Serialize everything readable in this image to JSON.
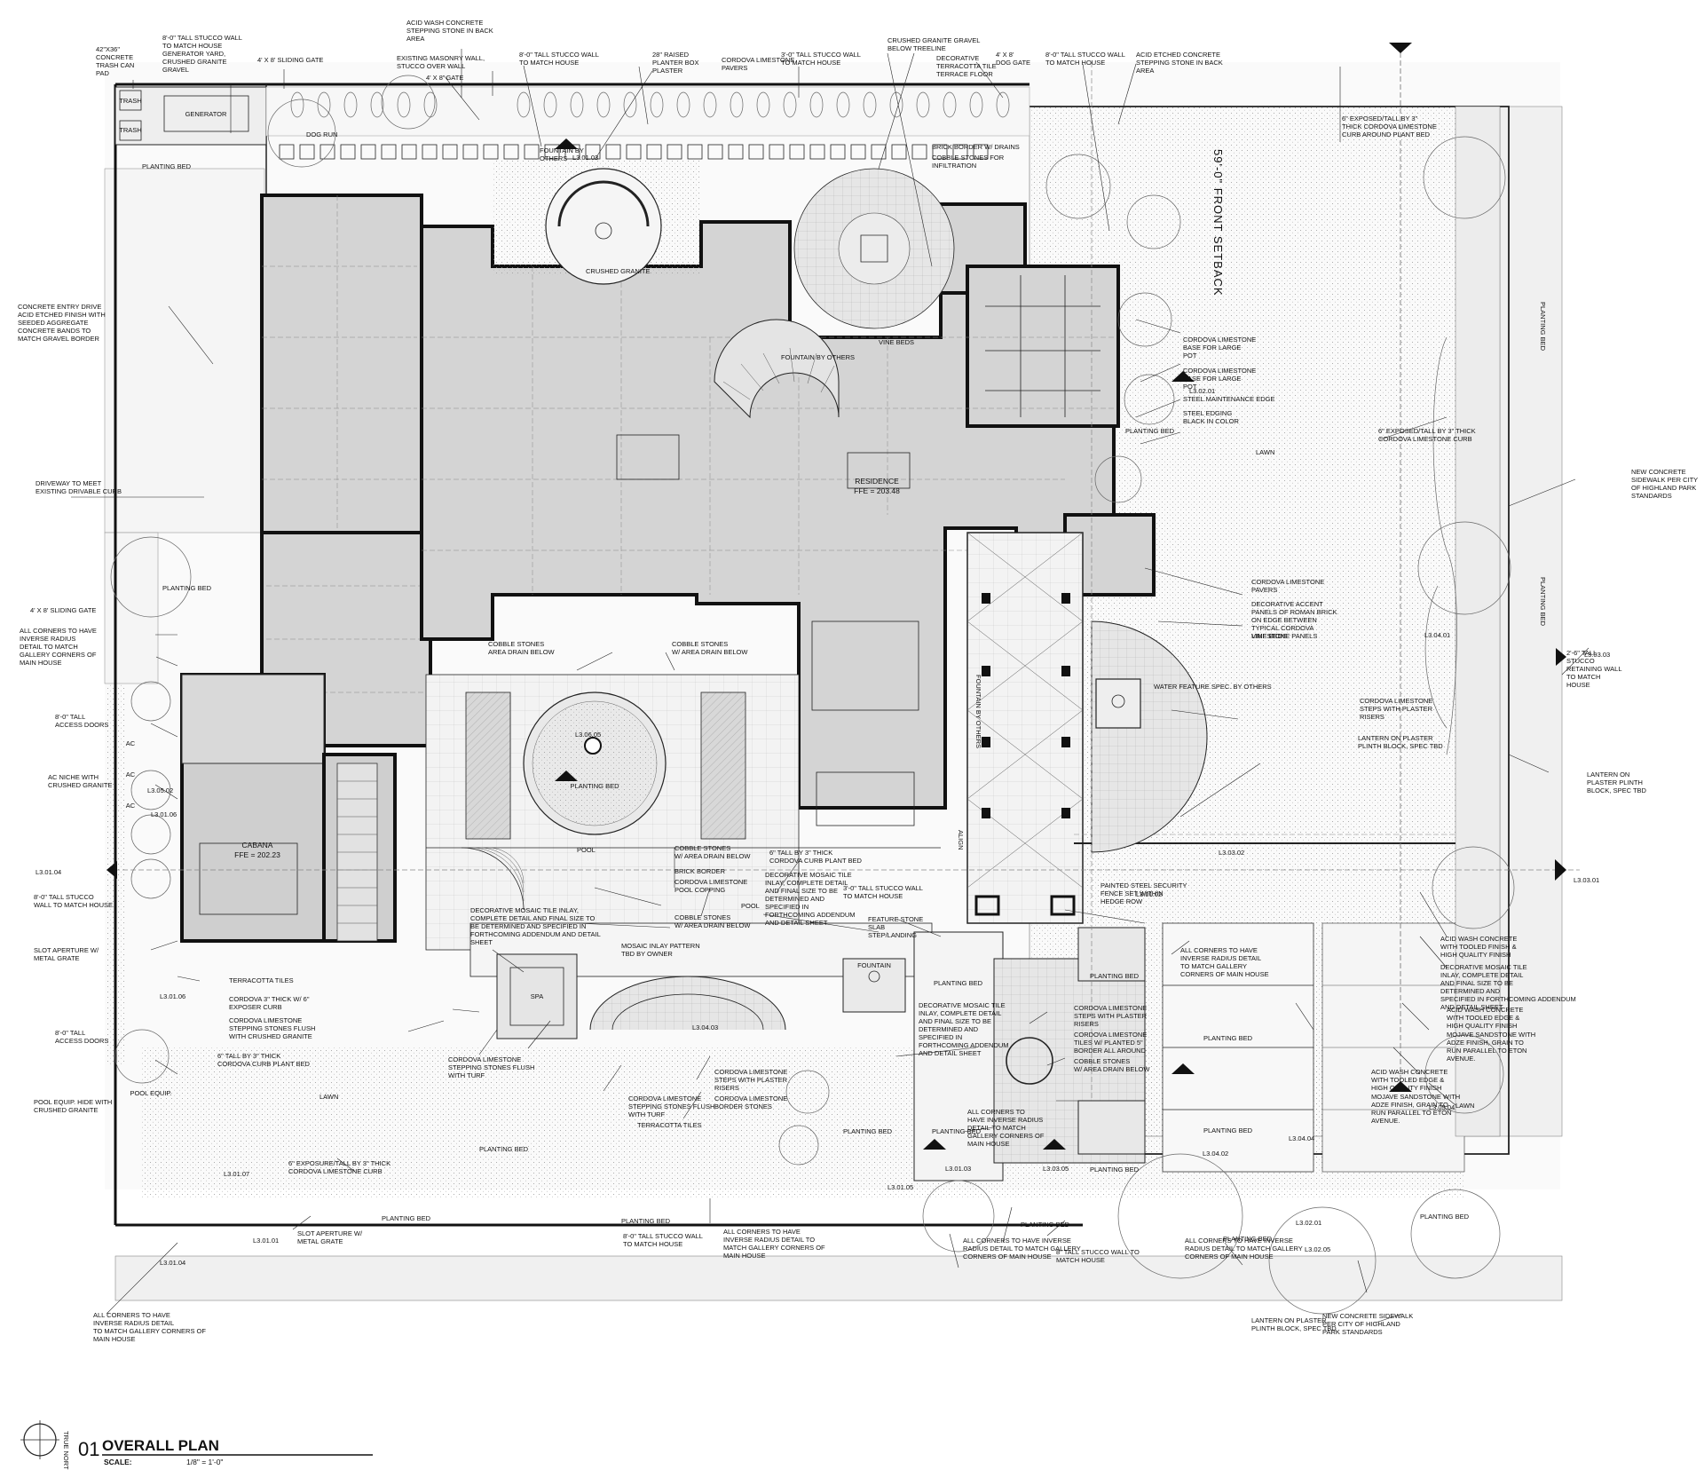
{
  "sheet": {
    "drawing_number": "01",
    "drawing_title": "OVERALL PLAN",
    "scale_label": "SCALE:",
    "scale_value": "1/8\" = 1'-0\"",
    "north_label": "TRUE NORTH",
    "setback_label": "59'-0\" FRONT SETBACK"
  },
  "spaces": {
    "residence_name": "RESIDENCE",
    "residence_ffe": "FFE = 203.48",
    "cabana_name": "CABANA",
    "cabana_ffe": "FFE = 202.23",
    "generator": "GENERATOR",
    "trash_1": "TRASH",
    "trash_2": "TRASH",
    "dog_run": "DOG RUN",
    "crushed_granite": "CRUSHED GRANITE",
    "vine_beds_1": "VINE BEDS",
    "vine_beds_2": "VINE BEDS",
    "planting_bed_center": "PLANTING BED",
    "pool_1": "POOL",
    "pool_2": "POOL",
    "spa": "SPA",
    "pool_equip": "POOL EQUIP.",
    "lawn_left": "LAWN",
    "lawn_right_top": "LAWN",
    "lawn_right_bottom": "LAWN",
    "fountain": "FOUNTAIN",
    "ac_1": "AC",
    "ac_2": "AC",
    "ac_3": "AC",
    "align": "ALIGN",
    "fountain_by_others_vertical": "FOUNTAIN BY OTHERS",
    "water_feature": "WATER FEATURE SPEC. BY OTHERS",
    "fountain_by_others": "FOUNTAIN BY OTHERS"
  },
  "planting_beds": [
    "PLANTING BED",
    "PLANTING BED",
    "PLANTING BED",
    "PLANTING BED",
    "PLANTING BED",
    "PLANTING BED",
    "PLANTING BED",
    "PLANTING BED",
    "PLANTING BED",
    "PLANTING BED",
    "PLANTING BED",
    "PLANTING BED",
    "PLANTING BED",
    "PLANTING BED",
    "PLANTING BED",
    "PLANTING BED",
    "PLANTING BED",
    "PLANTING BED"
  ],
  "callouts": [
    [
      "42\"X36\"",
      "CONCRETE",
      "TRASH CAN",
      "PAD"
    ],
    [
      "8'-0\" TALL STUCCO WALL",
      "TO MATCH HOUSE",
      "GENERATOR YARD,",
      "CRUSHED GRANITE",
      "GRAVEL"
    ],
    [
      "4' X 8' SLIDING GATE"
    ],
    [
      "ACID WASH CONCRETE",
      "STEPPING STONE IN BACK",
      "AREA"
    ],
    [
      "EXISTING MASONRY WALL,",
      "STUCCO OVER WALL"
    ],
    [
      "4' X 8' GATE"
    ],
    [
      "8'-0\" TALL STUCCO WALL",
      "TO MATCH HOUSE"
    ],
    [
      "28\" RAISED",
      "PLANTER BOX",
      "PLASTER"
    ],
    [
      "CORDOVA LIMESTONE",
      "PAVERS"
    ],
    [
      "3'-0\" TALL STUCCO WALL",
      "TO MATCH HOUSE"
    ],
    [
      "CRUSHED GRANITE GRAVEL",
      "BELOW TREELINE"
    ],
    [
      "DECORATIVE",
      "TERRACOTTA TILE",
      "TERRACE FLOOR"
    ],
    [
      "4' X 8'",
      "DOG GATE"
    ],
    [
      "8'-0\" TALL STUCCO WALL",
      "TO MATCH HOUSE"
    ],
    [
      "ACID ETCHED CONCRETE",
      "STEPPING STONE IN BACK",
      "AREA"
    ],
    [
      "FOUNTAIN BY",
      "OTHERS"
    ],
    [
      "BRICK BORDER W/ DRAINS"
    ],
    [
      "COBBLE STONES FOR",
      "INFILTRATION"
    ],
    [
      "6\" EXPOSED/TALL BY 3\"",
      "THICK CORDOVA LIMESTONE",
      "CURB AROUND PLANT BED"
    ],
    [
      "CONCRETE ENTRY DRIVE",
      "ACID ETCHED FINISH WITH",
      "SEEDED AGGREGATE",
      "CONCRETE BANDS TO",
      "MATCH GRAVEL BORDER"
    ],
    [
      "CORDOVA LIMESTONE",
      "BASE FOR LARGE",
      "POT"
    ],
    [
      "CORDOVA LIMESTONE",
      "BASE FOR LARGE",
      "POT"
    ],
    [
      "STEEL MAINTENANCE EDGE"
    ],
    [
      "STEEL EDGING",
      "BLACK IN COLOR"
    ],
    [
      "6\" EXPOSED/TALL BY 3\" THICK",
      "CORDOVA LIMESTONE CURB"
    ],
    [
      "NEW CONCRETE",
      "SIDEWALK PER CITY",
      "OF HIGHLAND PARK",
      "STANDARDS"
    ],
    [
      "DRIVEWAY TO MEET",
      "EXISTING DRIVABLE CURB"
    ],
    [
      "4' X 8' SLIDING GATE"
    ],
    [
      "ALL CORNERS TO HAVE",
      "INVERSE RADIUS",
      "DETAIL TO MATCH",
      "GALLERY CORNERS OF",
      "MAIN HOUSE"
    ],
    [
      "CORDOVA LIMESTONE",
      "PAVERS"
    ],
    [
      "DECORATIVE ACCENT",
      "PANELS OF ROMAN BRICK",
      "ON EDGE BETWEEN",
      "TYPICAL CORDOVA",
      "LIMESTONE PANELS"
    ],
    [
      "COBBLE STONES",
      "AREA DRAIN BELOW"
    ],
    [
      "COBBLE STONES",
      "W/ AREA DRAIN BELOW"
    ],
    [
      "2'-6\" TALL",
      "STUCCO",
      "RETAINING WALL",
      "TO MATCH",
      "HOUSE"
    ],
    [
      "8'-0\" TALL",
      "ACCESS DOORS"
    ],
    [
      "AC NICHE WITH",
      "CRUSHED GRANITE"
    ],
    [
      "CORDOVA LIMESTONE",
      "STEPS WITH PLASTER",
      "RISERS"
    ],
    [
      "LANTERN ON PLASTER",
      "PLINTH BLOCK, SPEC TBD"
    ],
    [
      "LANTERN ON",
      "PLASTER PLINTH",
      "BLOCK, SPEC TBD"
    ],
    [
      "8'-0\" TALL STUCCO",
      "WALL TO MATCH HOUSE"
    ],
    [
      "COBBLE STONES",
      "W/ AREA DRAIN BELOW"
    ],
    [
      "BRICK BORDER"
    ],
    [
      "CORDOVA LIMESTONE",
      "POOL COPPING"
    ],
    [
      "COBBLE STONES",
      "W/ AREA DRAIN BELOW"
    ],
    [
      "6\" TALL BY 3\" THICK",
      "CORDOVA CURB PLANT BED"
    ],
    [
      "DECORATIVE MOSAIC TILE",
      "INLAY, COMPLETE DETAIL",
      "AND FINAL SIZE TO BE",
      "DETERMINED AND",
      "SPECIFIED IN",
      "FORTHCOMING ADDENDUM",
      "AND DETAIL SHEET"
    ],
    [
      "3'-0\" TALL STUCCO WALL",
      "TO MATCH HOUSE"
    ],
    [
      "DECORATIVE MOSAIC TILE INLAY,",
      "COMPLETE DETAIL AND FINAL SIZE TO",
      "BE DETERMINED AND SPECIFIED IN",
      "FORTHCOMING ADDENDUM AND DETAIL",
      "SHEET"
    ],
    [
      "FEATURE STONE",
      "SLAB",
      "STEP/LANDING"
    ],
    [
      "PAINTED STEEL SECURITY",
      "FENCE SET WITHIN",
      "HEDGE ROW"
    ],
    [
      "ALL CORNERS TO HAVE",
      "INVERSE RADIUS DETAIL",
      "TO MATCH GALLERY",
      "CORNERS OF MAIN HOUSE"
    ],
    [
      "ACID WASH CONCRETE",
      "WITH TOOLED FINISH &",
      "HIGH QUALITY FINISH"
    ],
    [
      "DECORATIVE MOSAIC TILE",
      "INLAY, COMPLETE DETAIL",
      "AND FINAL SIZE TO BE",
      "DETERMINED AND",
      "SPECIFIED IN FORTHCOMING ADDENDUM",
      "AND DETAIL SHEET"
    ],
    [
      "MOSAIC INLAY PATTERN",
      "TBD BY OWNER"
    ],
    [
      "SLOT APERTURE W/",
      "METAL GRATE"
    ],
    [
      "TERRACOTTA TILES"
    ],
    [
      "CORDOVA 3\" THICK W/ 6\"",
      "EXPOSER CURB"
    ],
    [
      "CORDOVA LIMESTONE",
      "STEPPING STONES FLUSH",
      "WITH CRUSHED GRANITE"
    ],
    [
      "8'-0\" TALL",
      "ACCESS DOORS"
    ],
    [
      "6\" TALL BY 3\" THICK",
      "CORDOVA CURB PLANT BED"
    ],
    [
      "POOL EQUIP. HIDE WITH",
      "CRUSHED GRANITE"
    ],
    [
      "CORDOVA LIMESTONE",
      "STEPPING STONES FLUSH",
      "WITH TURF"
    ],
    [
      "CORDOVA LIMESTONE",
      "STEPPING STONES FLUSH",
      "WITH TURF"
    ],
    [
      "TERRACOTTA TILES"
    ],
    [
      "CORDOVA LIMESTONE",
      "STEPS WITH PLASTER",
      "RISERS"
    ],
    [
      "CORDOVA LIMESTONE",
      "BORDER STONES"
    ],
    [
      "DECORATIVE MOSAIC TILE",
      "INLAY, COMPLETE DETAIL",
      "AND FINAL SIZE TO BE",
      "DETERMINED AND",
      "SPECIFIED IN",
      "FORTHCOMING ADDENDUM",
      "AND DETAIL SHEET"
    ],
    [
      "CORDOVA LIMESTONE",
      "STEPS WITH PLASTER",
      "RISERS"
    ],
    [
      "CORDOVA LIMESTONE",
      "TILES W/ PLANTED 5\"",
      "BORDER ALL AROUND"
    ],
    [
      "COBBLE STONES",
      "W/ AREA DRAIN BELOW"
    ],
    [
      "ALL CORNERS TO",
      "HAVE INVERSE RADIUS",
      "DETAIL TO MATCH",
      "GALLERY CORNERS OF",
      "MAIN HOUSE"
    ],
    [
      "ACID WASH CONCRETE",
      "WITH TOOLED EDGE &",
      "HIGH QUALITY FINISH"
    ],
    [
      "MOJAVE SANDSTONE WITH",
      "ADZE FINISH, GRAIN TO",
      "RUN PARALLEL TO ETON",
      "AVENUE."
    ],
    [
      "ACID WASH CONCRETE",
      "WITH TOOLED EDGE &",
      "HIGH QUALITY FINISH"
    ],
    [
      "MOJAVE SANDSTONE WITH",
      "ADZE FINISH, GRAIN TO",
      "RUN PARALLEL TO ETON",
      "AVENUE."
    ],
    [
      "6\" EXPOSURE/TALL BY 3\" THICK",
      "CORDOVA LIMESTONE CURB"
    ],
    [
      "SLOT APERTURE W/",
      "METAL GRATE"
    ],
    [
      "8'-0\" TALL STUCCO WALL",
      "TO MATCH HOUSE"
    ],
    [
      "ALL CORNERS TO HAVE",
      "INVERSE RADIUS DETAIL TO",
      "MATCH GALLERY CORNERS OF",
      "MAIN HOUSE"
    ],
    [
      "ALL CORNERS TO HAVE INVERSE",
      "RADIUS DETAIL TO MATCH GALLERY",
      "CORNERS OF MAIN HOUSE"
    ],
    [
      "8\" TALL STUCCO WALL TO",
      "MATCH HOUSE"
    ],
    [
      "ALL CORNERS TO HAVE INVERSE",
      "RADIUS DETAIL TO MATCH GALLERY",
      "CORNERS OF MAIN HOUSE"
    ],
    [
      "ALL CORNERS TO HAVE",
      "INVERSE RADIUS DETAIL",
      "TO MATCH GALLERY CORNERS OF",
      "MAIN HOUSE"
    ],
    [
      "LANTERN ON PLASTER",
      "PLINTH BLOCK, SPEC TBD"
    ],
    [
      "NEW CONCRETE SIDEWALK",
      "PER CITY OF HIGHLAND",
      "PARK STANDARDS"
    ]
  ],
  "detail_tags": [
    "L3.01.03",
    "L3.02.01",
    "L3.03.03",
    "L3.05.02",
    "L3.01.04",
    "L3.03.01",
    "L3.03.02",
    "L3.04.01",
    "L3.06.05",
    "L3.01.06",
    "L3.01.06",
    "L3.04.02",
    "L3.03.05",
    "L3.01.03",
    "L3.05.04",
    "L3.04.04",
    "L3.01.07",
    "L3.04.03",
    "L3.01.05",
    "L3.02.01",
    "L3.02.05",
    "L3.01.04",
    "L3.01.01",
    "L3.01.02"
  ]
}
